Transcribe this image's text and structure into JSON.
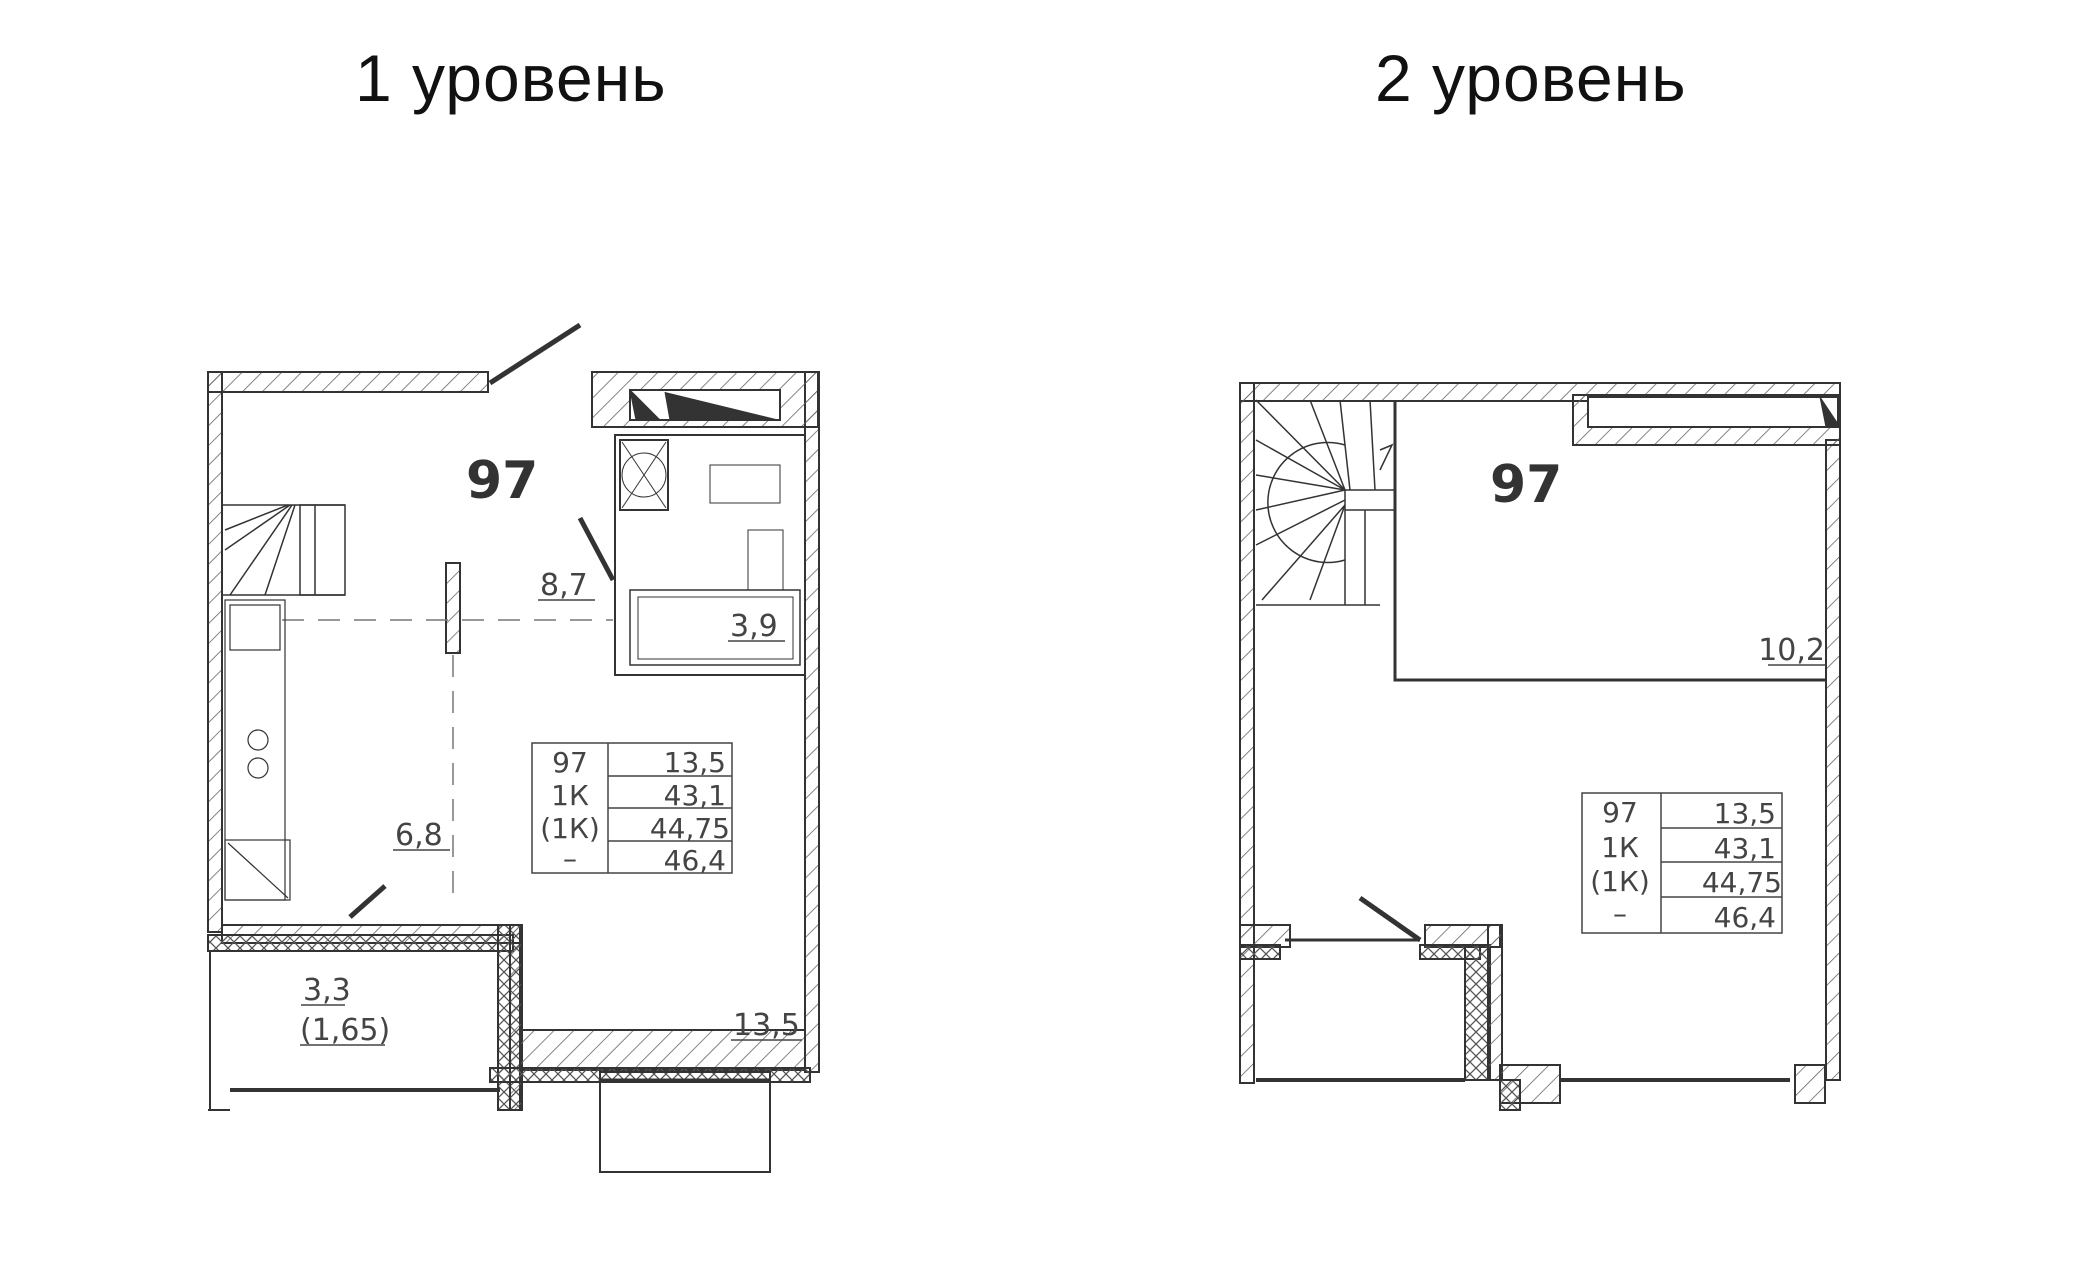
{
  "levels": [
    {
      "title": "1 уровень",
      "apartment_number": "97",
      "rooms": [
        {
          "id": "hall",
          "area": "8,7"
        },
        {
          "id": "bathroom",
          "area": "3,9"
        },
        {
          "id": "kitchen",
          "area": "6,8"
        },
        {
          "id": "living",
          "area": "13,5"
        },
        {
          "id": "balcony",
          "area": "3,3",
          "reduced_area": "(1,65)"
        }
      ],
      "info_table": {
        "left": [
          "97",
          "1К",
          "(1К)",
          "–"
        ],
        "right": [
          "13,5",
          "43,1",
          "44,75",
          "46,4"
        ]
      }
    },
    {
      "title": "2 уровень",
      "apartment_number": "97",
      "rooms": [
        {
          "id": "mezzanine",
          "area": "10,2"
        }
      ],
      "info_table": {
        "left": [
          "97",
          "1К",
          "(1К)",
          "–"
        ],
        "right": [
          "13,5",
          "43,1",
          "44,75",
          "46,4"
        ]
      }
    }
  ],
  "colors": {
    "line": "#333333",
    "hatch": "#555555",
    "text": "#444444"
  }
}
